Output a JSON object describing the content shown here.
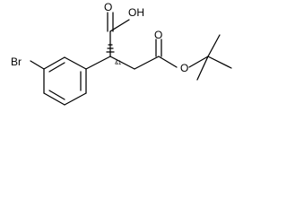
{
  "structure": {
    "atom_labels": {
      "bromine": "Br",
      "acid_oxygen": "O",
      "acid_hydroxyl": "OH",
      "ester_carbonyl_oxygen": "O",
      "ester_oxygen": "O"
    },
    "stereo_label": "&1"
  },
  "colors": {
    "line": "#000000",
    "background": "#ffffff"
  }
}
